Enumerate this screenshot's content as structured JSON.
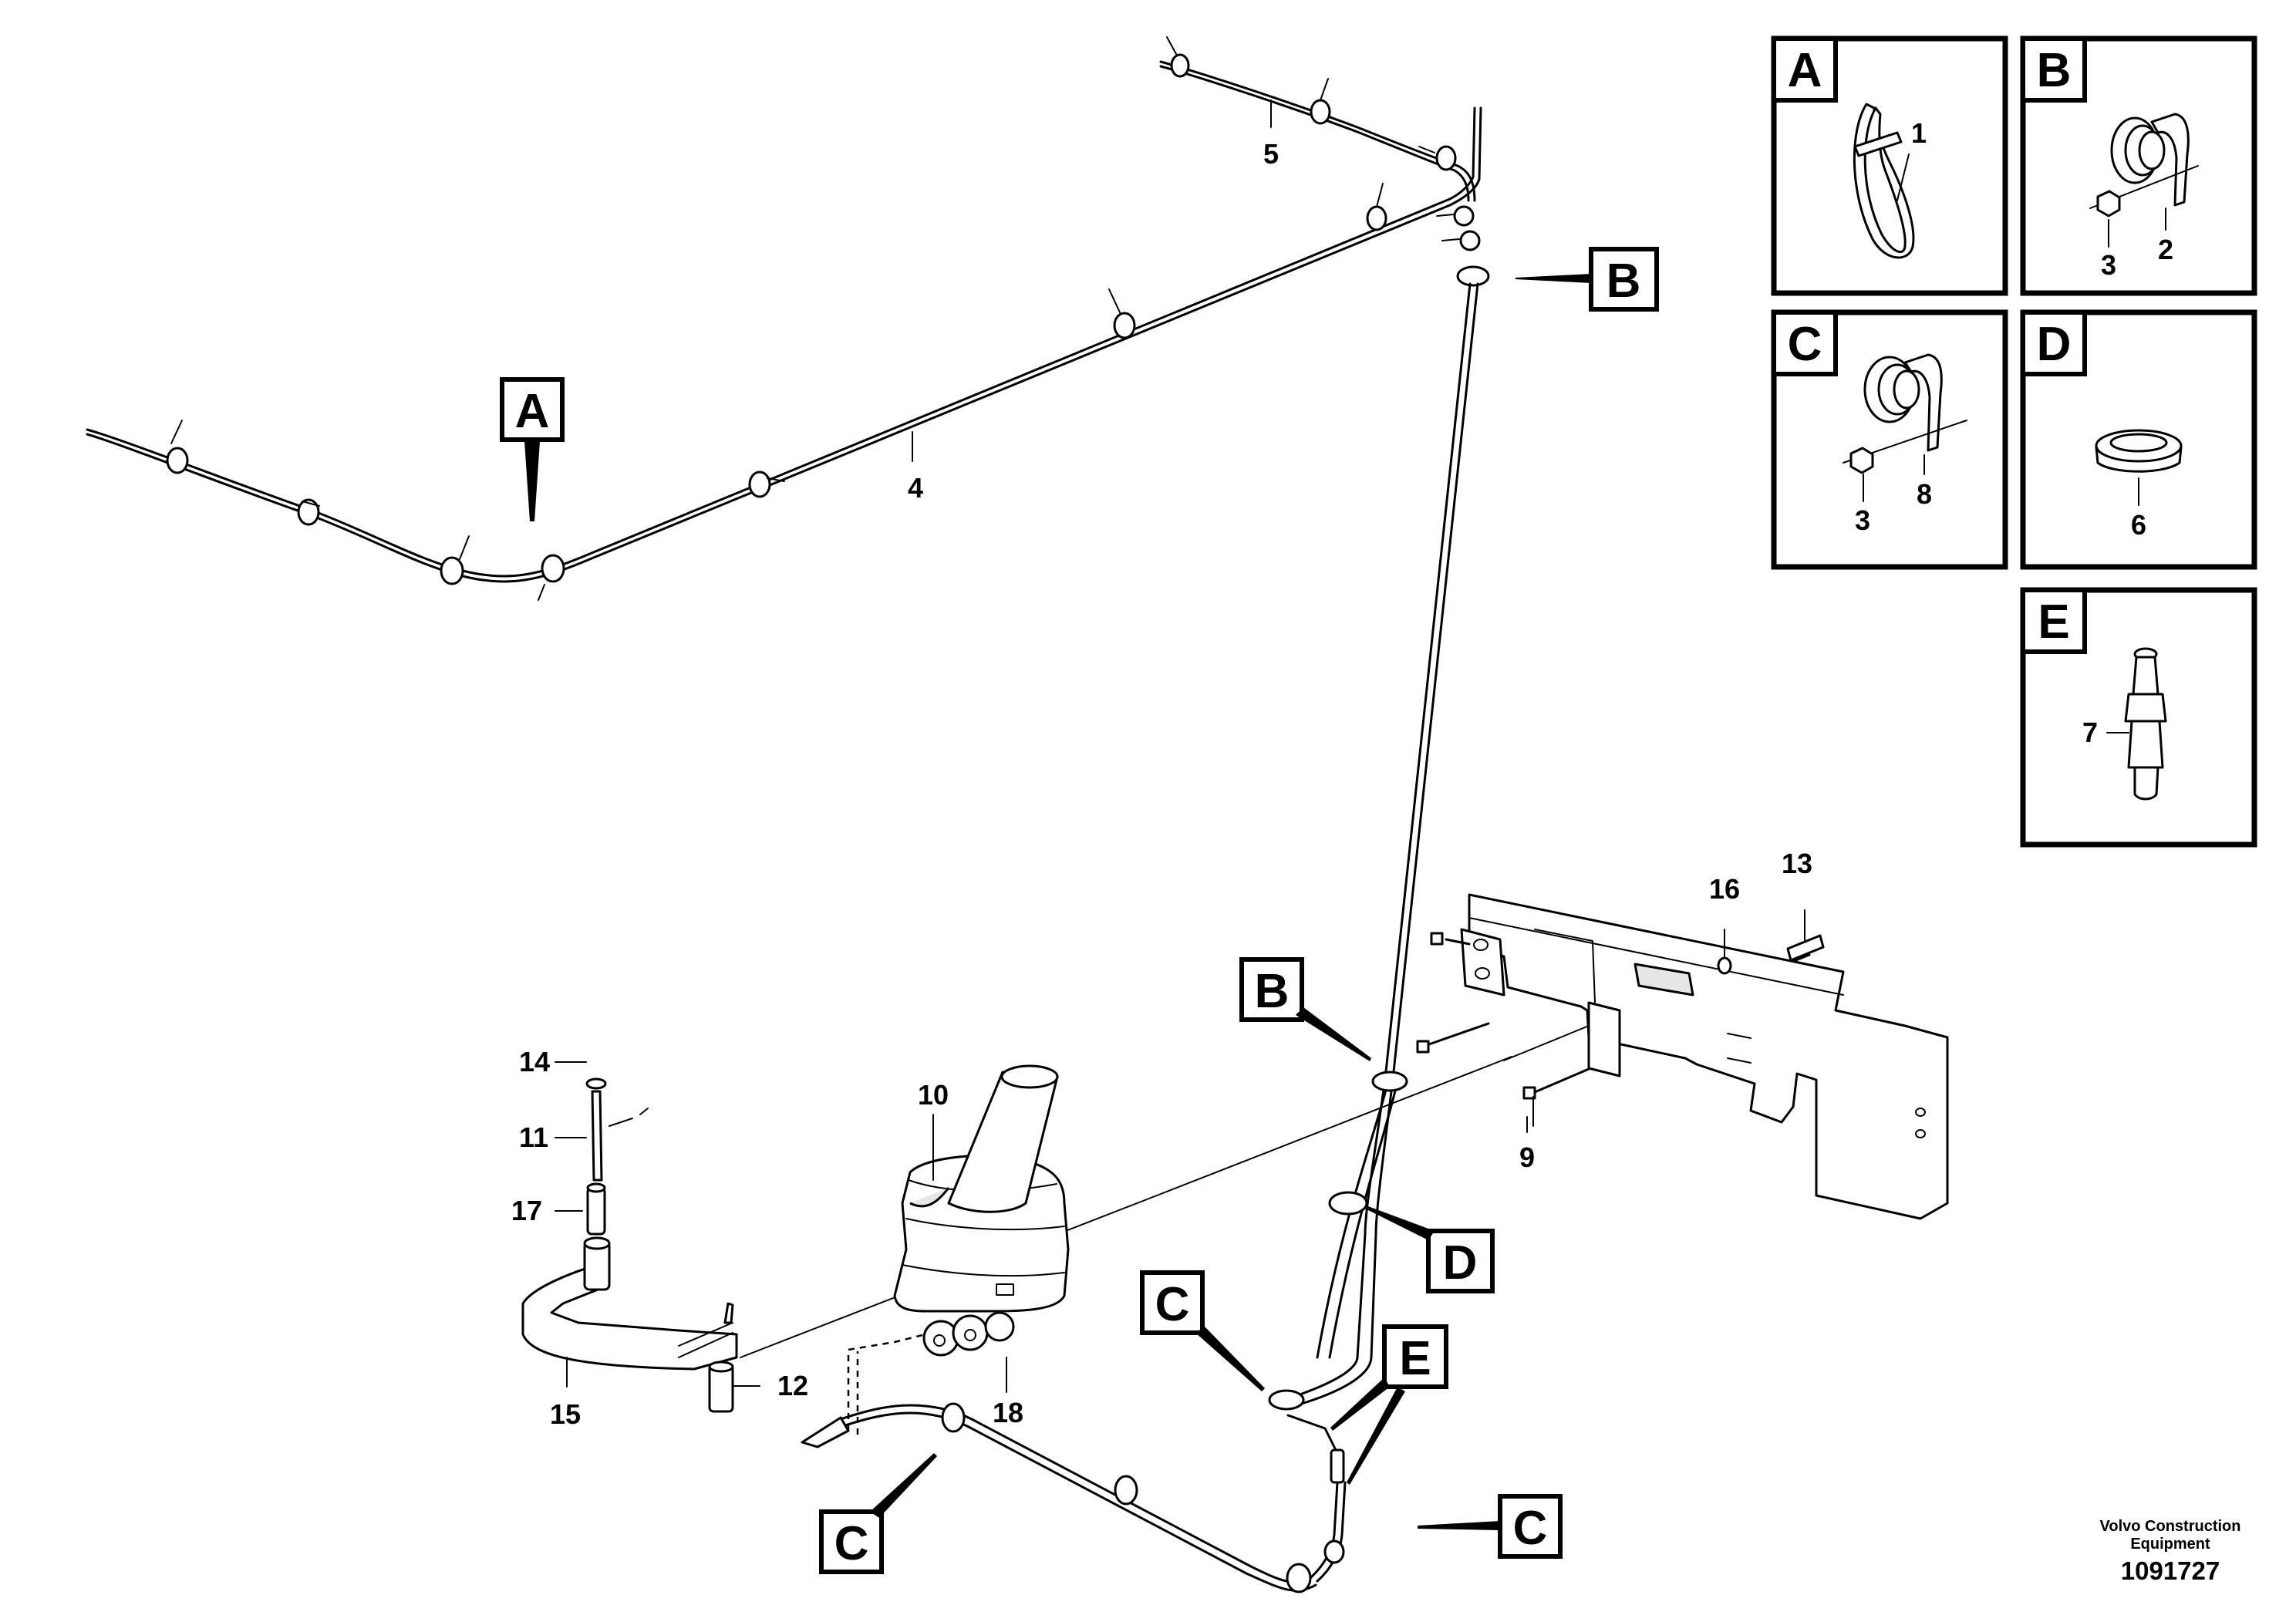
{
  "callouts": {
    "main_a": "A",
    "main_b_top": "B",
    "main_b_mid": "B",
    "main_d": "D",
    "main_c_left": "C",
    "main_e": "E",
    "main_c_bottom": "C",
    "main_c_right": "C"
  },
  "part_numbers": {
    "p1": "1",
    "p2": "2",
    "p3a": "3",
    "p3b": "3",
    "p4": "4",
    "p5": "5",
    "p6": "6",
    "p7": "7",
    "p8": "8",
    "p9": "9",
    "p10": "10",
    "p11": "11",
    "p12": "12",
    "p13": "13",
    "p14": "14",
    "p15": "15",
    "p16": "16",
    "p17": "17",
    "p18": "18"
  },
  "detail_panels": {
    "a": "A",
    "b": "B",
    "c": "C",
    "d": "D",
    "e": "E"
  },
  "credit": {
    "line1": "Volvo Construction",
    "line2": "Equipment",
    "doc_number": "1091727"
  }
}
